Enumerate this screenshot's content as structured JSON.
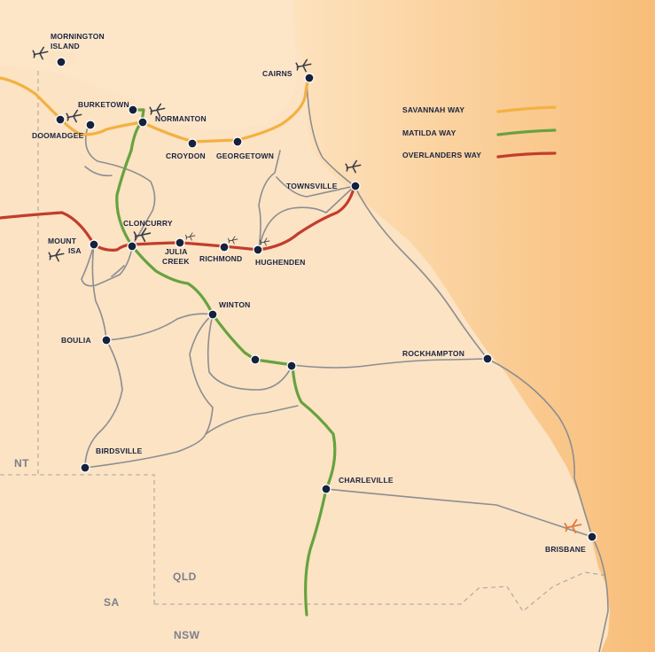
{
  "routes": [
    {
      "id": "savannah",
      "label": "SAVANNAH WAY",
      "color": "#f3b140"
    },
    {
      "id": "matilda",
      "label": "MATILDA WAY",
      "color": "#67a23f"
    },
    {
      "id": "overlanders",
      "label": "OVERLANDERS WAY",
      "color": "#c23d2c"
    }
  ],
  "colors": {
    "land": "#fbe3c4",
    "sea_light": "#fcd7a5",
    "sea_dark": "#f9c27e",
    "roads": "#8d8d91",
    "dots": "#16213b",
    "brisbane_airport": "#e07b3c"
  },
  "towns": {
    "mornington_island_1": "MORNINGTON",
    "mornington_island_2": "ISLAND",
    "cairns": "CAIRNS",
    "burketown": "BURKETOWN",
    "normanton": "NORMANTON",
    "doomadgee": "DOOMADGEE",
    "croydon": "CROYDON",
    "georgetown": "GEORGETOWN",
    "townsville": "TOWNSVILLE",
    "cloncurry": "CLONCURRY",
    "mount_isa_1": "MOUNT",
    "mount_isa_2": "ISA",
    "julia_creek_1": "JULIA",
    "julia_creek_2": "CREEK",
    "richmond": "RICHMOND",
    "hughenden": "HUGHENDEN",
    "winton": "WINTON",
    "boulia": "BOULIA",
    "rockhampton": "ROCKHAMPTON",
    "birdsville": "BIRDSVILLE",
    "charleville": "CHARLEVILLE",
    "brisbane": "BRISBANE"
  },
  "states": {
    "nt": "NT",
    "qld": "QLD",
    "sa": "SA",
    "nsw": "NSW"
  },
  "airport_icon": "plane-icon"
}
